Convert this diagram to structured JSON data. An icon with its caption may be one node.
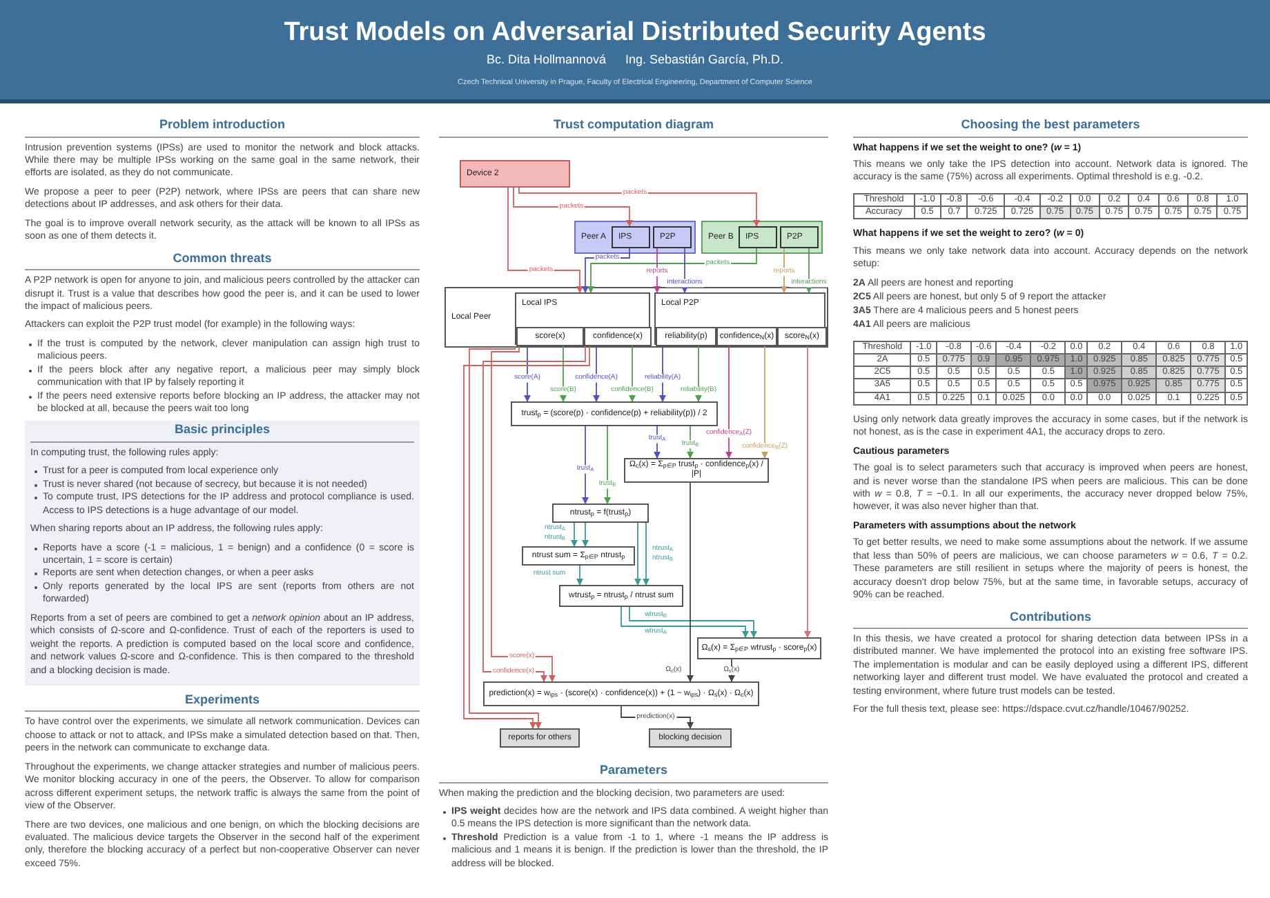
{
  "diagram": {
    "title": "Trust Models on Adversarial Distributed Security Agents",
    "nodes": [
      {
        "text": [
          "Device 2"
        ]
      },
      {
        "text": [
          "Peer A"
        ]
      },
      {
        "text": [
          "IPS"
        ],
        "in": 1
      },
      {
        "text": [
          "P2P"
        ],
        "in": 1
      },
      {
        "text": [
          "Peer B"
        ]
      },
      {
        "text": [
          "IPS"
        ],
        "in": 4
      },
      {
        "text": [
          "P2P"
        ],
        "in": 4
      },
      {
        "text": [
          "Local Peer"
        ]
      },
      {
        "text": [
          "Local IPS"
        ],
        "in": 7
      },
      {
        "text": [
          "score(x)"
        ],
        "in": 8
      },
      {
        "text": [
          "confidence(x)"
        ],
        "in": 8
      },
      {
        "text": [
          "Local P2P"
        ],
        "in": 7
      },
      {
        "text": [
          "reliability(p)"
        ],
        "in": 11
      },
      {
        "text": [
          "confidence$_{N}$(x)"
        ],
        "in": 11
      },
      {
        "text": [
          "score$_{N}$(x)"
        ],
        "in": 11
      },
      {
        "text": [
          "trust$_{p}$ = (score(p) · confidence(p) + reliability(p)) / 2"
        ]
      },
      {
        "text": [
          "Ω$_{c}$(x) = Σ$_{p∈P}$ trust$_{p}$ · confidence$_{p}$(x) / |P|"
        ]
      },
      {
        "text": [
          "ntrust$_{p}$ = f(trust$_{p}$)"
        ]
      },
      {
        "text": [
          "ntrust sum = Σ$_{p∈P}$ ntrust$_{p}$"
        ]
      },
      {
        "text": [
          "wtrust$_{p}$ = ntrust$_{p}$ / ntrust sum"
        ]
      },
      {
        "text": [
          "Ω$_{s}$(x) = Σ$_{p∈P}$ wtrust$_{p}$ · score$_{p}$(x)"
        ]
      },
      {
        "text": [
          "prediction(x) = w$_{ips}$ · (score(x) · confidence(x)) + (1 − w$_{ips}$) · Ω$_{s}$(x) · Ω$_{c}$(x)"
        ]
      },
      {
        "text": [
          "reports for others"
        ]
      },
      {
        "text": [
          "blocking decision"
        ]
      }
    ],
    "edges": [
      {
        "from": 0,
        "to": 5,
        "arrow": "to",
        "label": "packets",
        "color": "#d06060"
      },
      {
        "from": 0,
        "to": 2,
        "arrow": "to",
        "label": "packets",
        "color": "#d06060"
      },
      {
        "from": 0,
        "to": 8,
        "arrow": "to",
        "label": "packets",
        "color": "#d06060"
      },
      {
        "from": 2,
        "to": 8,
        "arrow": "to",
        "label": "packets",
        "color": "#5050c0"
      },
      {
        "from": 5,
        "to": 8,
        "arrow": "to",
        "label": "packets",
        "color": "#50a050"
      },
      {
        "from": 3,
        "to": 11,
        "arrow": "to",
        "label": "reports",
        "color": "#c04090"
      },
      {
        "from": 3,
        "to": 11,
        "arrow": "to",
        "label": "interactions",
        "color": "#5050c0"
      },
      {
        "from": 6,
        "to": 11,
        "arrow": "to",
        "label": "reports",
        "color": "#c8a060"
      },
      {
        "from": 6,
        "to": 11,
        "arrow": "to",
        "label": "interactions",
        "color": "#50a050"
      },
      {
        "from": 9,
        "to": 15,
        "arrow": "to",
        "label": "score(A)",
        "color": "#5050c0"
      },
      {
        "from": 9,
        "to": 15,
        "arrow": "to",
        "label": "score(B)",
        "color": "#50a050"
      },
      {
        "from": 10,
        "to": 15,
        "arrow": "to",
        "label": "confidence(A)",
        "color": "#5050c0"
      },
      {
        "from": 10,
        "to": 15,
        "arrow": "to",
        "label": "confidence(B)",
        "color": "#50a050"
      },
      {
        "from": 12,
        "to": 15,
        "arrow": "to",
        "label": "reliability(A)",
        "color": "#5050c0"
      },
      {
        "from": 12,
        "to": 15,
        "arrow": "to",
        "label": "reliability(B)",
        "color": "#50a050"
      },
      {
        "from": 15,
        "to": 16,
        "arrow": "to",
        "label": "trust$_{B}$",
        "color": "#50a050"
      },
      {
        "from": 15,
        "to": 16,
        "arrow": "to",
        "label": "trust$_{A}$",
        "color": "#5050c0"
      },
      {
        "from": 13,
        "to": 16,
        "arrow": "to",
        "label": "confidence$_{A}$(Z)",
        "color": "#c04090"
      },
      {
        "from": 13,
        "to": 16,
        "arrow": "to",
        "label": "confidence$_{B}$(Z)",
        "color": "#c8a060"
      },
      {
        "from": 15,
        "to": 17,
        "arrow": "to",
        "label": "trust$_{A}$",
        "color": "#5050c0"
      },
      {
        "from": 15,
        "to": 17,
        "arrow": "to",
        "label": "trust$_{B}$",
        "color": "#50a050"
      },
      {
        "from": 17,
        "to": 18,
        "arrow": "to",
        "label": "ntrust$_{A}$",
        "color": "#3a9a9a"
      },
      {
        "from": 17,
        "to": 18,
        "arrow": "to",
        "label": "ntrust$_{B}$",
        "color": "#3a9a9a"
      },
      {
        "from": 17,
        "to": 19,
        "arrow": "to",
        "label": "ntrust$_{A}$",
        "color": "#3a9a9a"
      },
      {
        "from": 17,
        "to": 19,
        "arrow": "to",
        "label": "ntrust$_{B}$",
        "color": "#3a9a9a"
      },
      {
        "from": 18,
        "to": 19,
        "arrow": "to",
        "label": "ntrust sum",
        "color": "#3a9a9a"
      },
      {
        "from": 19,
        "to": 20,
        "arrow": "to",
        "label": "wtrust$_{A}$",
        "color": "#3a9a9a"
      },
      {
        "from": 19,
        "to": 20,
        "arrow": "to",
        "label": "wtrust$_{B}$",
        "color": "#3a9a9a"
      },
      {
        "from": 14,
        "to": 20,
        "arrow": "to",
        "color": "#d07080"
      },
      {
        "from": 16,
        "to": 21,
        "arrow": "to",
        "label": "Ω$_{c}$(x)",
        "color": "#444444"
      },
      {
        "from": 20,
        "to": 21,
        "arrow": "to",
        "label": "Ω$_{s}$(x)",
        "color": "#444444"
      },
      {
        "from": 9,
        "to": 21,
        "arrow": "to",
        "label": "score(x)",
        "color": "#d06060"
      },
      {
        "from": 10,
        "to": 21,
        "arrow": "to",
        "label": "confidence(x)",
        "color": "#d06060"
      },
      {
        "from": 9,
        "to": 22,
        "arrow": "to",
        "color": "#d06060"
      },
      {
        "from": 10,
        "to": 22,
        "arrow": "to",
        "color": "#d06060"
      },
      {
        "from": 21,
        "to": 23,
        "arrow": "to",
        "label": "prediction(x)",
        "color": "#444444"
      }
    ],
    "labels": [
      "Bc. Dita Hollmannová",
      "Ing. Sebastián García, Ph.D.",
      "Czech Technical University in Prague, Faculty of Electrical Engineering, Department of Computer Science",
      "Problem introduction",
      "Intrusion prevention systems (IPSs) are used to monitor the network and block attacks. While there may be multiple IPSs working on the same goal in the same network, their efforts are isolated, as they do not communicate.",
      "We propose a peer to peer (P2P) network, where IPSs are peers that can share new detections about IP addresses, and ask others for their data.",
      "The goal is to improve overall network security, as the attack will be known to all IPSs as soon as one of them detects it.",
      "Common threats",
      "A P2P network is open for anyone to join, and malicious peers controlled by the attacker can disrupt it. Trust is a value that describes how good the peer is, and it can be used to lower the impact of malicious peers.",
      "Attackers can exploit the P2P trust model (for example) in the following ways:",
      "If the trust is computed by the network, clever manipulation can assign high trust to malicious peers.",
      "If the peers block after any negative report, a malicious peer may simply block communication with that IP by falsely reporting it",
      "If the peers need extensive reports before blocking an IP address, the attacker may not be blocked at all, because the peers wait too long",
      "Basic principles",
      "In computing trust, the following rules apply:",
      "Trust for a peer is computed from local experience only",
      "Trust is never shared (not because of secrecy, but because it is not needed)",
      "To compute trust, IPS detections for the IP address and protocol compliance is used. Access to IPS detections is a huge advantage of our model.",
      "When sharing reports about an IP address, the following rules apply:",
      "Reports have a score (-1 = malicious, 1 = benign) and a confidence (0 = score is uncertain, 1 = score is certain)",
      "Reports are sent when detection changes, or when a peer asks",
      "Only reports generated by the local IPS are sent (reports from others are not forwarded)",
      "Reports from a set of peers are combined to get a *network opinion* about an IP address, which consists of Ω-score and Ω-confidence. Trust of each of the reporters is used to weight the reports. A prediction is computed based on the local score and confidence, and network values Ω-score and Ω-confidence. This is then compared to the threshold and a blocking decision is made.",
      "Experiments",
      "To have control over the experiments, we simulate all network communication. Devices can choose to attack or not to attack, and IPSs make a simulated detection based on that. Then, peers in the network can communicate to exchange data.",
      "Throughout the experiments, we change attacker strategies and number of malicious peers. We monitor blocking accuracy in one of the peers, the Observer. To allow for comparison across different experiment setups, the network traffic is always the same from the point of view of the Observer.",
      "There are two devices, one malicious and one benign, on which the blocking decisions are evaluated. The malicious device targets the Observer in the second half of the experiment only, therefore the blocking accuracy of a perfect but non-cooperative Observer can never exceed 75%.",
      "Trust computation diagram",
      "Parameters",
      "When making the prediction and the blocking decision, two parameters are used:",
      "**IPS weight** decides how are the network and IPS data combined. A weight higher than 0.5 means the IPS detection is more significant than the network data.",
      "**Threshold** Prediction is a value from -1 to 1, where -1 means the IP address is malicious and 1 means it is benign. If the prediction is lower than the threshold, the IP address will be blocked.",
      "Choosing the best parameters",
      "What happens if we set the weight to one? (*w* = 1)",
      "This means we only take the IPS detection into account. Network data is ignored. The accuracy is the same (75%) across all experiments. Optimal threshold is e.g. -0.2.",
      "Threshold",
      "-1.0",
      "-0.8",
      "-0.6",
      "-0.4",
      "-0.2",
      "0.0",
      "0.2",
      "0.4",
      "0.6",
      "0.8",
      "1.0",
      "Accuracy",
      "0.5",
      "0.7",
      "0.725",
      "0.725",
      "0.75",
      "0.75",
      "0.75",
      "0.75",
      "0.75",
      "0.75",
      "0.75",
      "What happens if we set the weight to zero? (*w* = 0)",
      "This means we only take network data into account. Accuracy depends on the network setup:",
      "**2A** All peers are honest and reporting",
      "**2C5** All peers are honest, but only 5 of 9 report the attacker",
      "**3A5** There are 4 malicious peers and 5 honest peers",
      "**4A1** All peers are malicious",
      "Threshold",
      "-1.0",
      "-0.8",
      "-0.6",
      "-0.4",
      "-0.2",
      "0.0",
      "0.2",
      "0.4",
      "0.6",
      "0.8",
      "1.0",
      "2A",
      "0.5",
      "0.775",
      "0.9",
      "0.95",
      "0.975",
      "1.0",
      "0.925",
      "0.85",
      "0.825",
      "0.775",
      "0.5",
      "2C5",
      "0.5",
      "0.5",
      "0.5",
      "0.5",
      "0.5",
      "1.0",
      "0.925",
      "0.85",
      "0.825",
      "0.775",
      "0.5",
      "3A5",
      "0.5",
      "0.5",
      "0.5",
      "0.5",
      "0.5",
      "0.5",
      "0.975",
      "0.925",
      "0.85",
      "0.775",
      "0.5",
      "4A1",
      "0.5",
      "0.225",
      "0.1",
      "0.025",
      "0.0",
      "0.0",
      "0.0",
      "0.025",
      "0.1",
      "0.225",
      "0.5",
      "Using only network data greatly improves the accuracy in some cases, but if the network is not honest, as is the case in experiment 4A1, the accuracy drops to zero.",
      "Cautious parameters",
      "The goal is to select parameters such that accuracy is improved when peers are honest, and is never worse than the standalone IPS when peers are malicious. This can be done with *w* = 0.8, *T* = −0.1. In all our experiments, the accuracy never dropped below 75%, however, it was also never higher than that.",
      "Parameters with assumptions about the network",
      "To get better results, we need to make some assumptions about the network. If we assume that less than 50% of peers are malicious, we can choose parameters *w* = 0.6, *T* = 0.2. These parameters are still resilient in setups where the majority of peers is honest, the accuracy doesn't drop below 75%, but at the same time, in favorable setups, accuracy of 90% can be reached.",
      "Contributions",
      "In this thesis, we have created a protocol for sharing detection data between IPSs in a distributed manner. We have implemented the protocol into an existing free software IPS. The implementation is modular and can be easily deployed using a different IPS, different networking layer and different trust model. We have evaluated the protocol and created a testing environment, where future trust models can be tested.",
      "For the full thesis text, please see: https://dspace.cvut.cz/handle/10467/90252."
    ]
  }
}
